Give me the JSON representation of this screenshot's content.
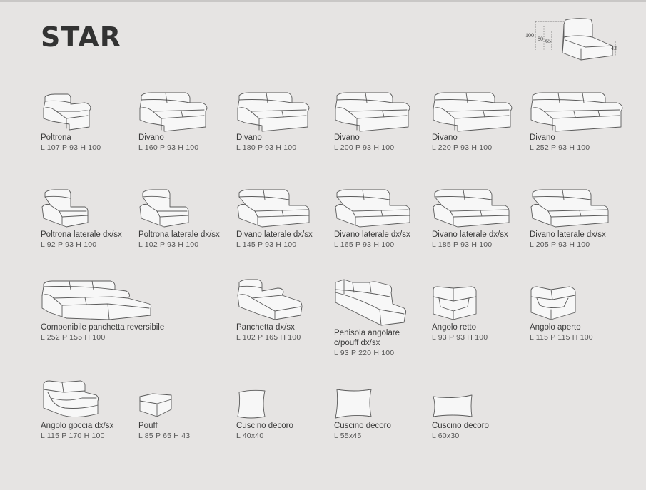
{
  "title": "STAR",
  "dimension_labels": {
    "h_total": "100",
    "h_back": "80",
    "h_arm": "65",
    "h_seat": "43"
  },
  "items": [
    {
      "name": "Poltrona",
      "size": "L 107  P 93  H 100",
      "icon": "armchair-icon"
    },
    {
      "name": "Divano",
      "size": "L 160  P 93  H 100",
      "icon": "sofa-2-seat-icon"
    },
    {
      "name": "Divano",
      "size": "L 180  P 93  H 100",
      "icon": "sofa-2-seat-large-icon"
    },
    {
      "name": "Divano",
      "size": "L 200  P 93  H 100",
      "icon": "sofa-2-seat-xl-icon"
    },
    {
      "name": "Divano",
      "size": "L 220  P 93  H 100",
      "icon": "sofa-2-seat-xxl-icon"
    },
    {
      "name": "Divano",
      "size": "L 252  P 93  H 100",
      "icon": "sofa-3-seat-icon"
    },
    {
      "name": "Poltrona laterale dx/sx",
      "size": "L 92  P 93  H 100",
      "icon": "side-armchair-icon"
    },
    {
      "name": "Poltrona laterale dx/sx",
      "size": "L 102  P 93  H 100",
      "icon": "side-armchair-large-icon"
    },
    {
      "name": "Divano laterale dx/sx",
      "size": "L 145  P 93  H 100",
      "icon": "side-sofa-icon"
    },
    {
      "name": "Divano laterale dx/sx",
      "size": "L 165  P 93  H 100",
      "icon": "side-sofa-large-icon"
    },
    {
      "name": "Divano laterale dx/sx",
      "size": "L 185  P 93  H 100",
      "icon": "side-sofa-xl-icon"
    },
    {
      "name": "Divano laterale dx/sx",
      "size": "L 205  P 93  H 100",
      "icon": "side-sofa-xxl-icon"
    },
    {
      "name": "Componibile panchetta reversibile",
      "size": "L 252  P 155  H 100",
      "icon": "chaise-sofa-icon"
    },
    {
      "name": "Panchetta dx/sx",
      "size": "L 102  P 165  H 100",
      "icon": "chaise-longue-icon"
    },
    {
      "name": "Penisola angolare\nc/pouff dx/sx",
      "size": "L 93  P 220  H 100",
      "icon": "peninsula-icon"
    },
    {
      "name": "Angolo retto",
      "size": "L 93  P 93  H 100",
      "icon": "right-corner-icon"
    },
    {
      "name": "Angolo aperto",
      "size": "L 115  P 115  H 100",
      "icon": "open-corner-icon"
    },
    {
      "name": "Angolo goccia dx/sx",
      "size": "L 115  P 170  H 100",
      "icon": "drop-corner-icon"
    },
    {
      "name": "Pouff",
      "size": "L 85  P 65  H 43",
      "icon": "pouf-icon"
    },
    {
      "name": "Cuscino decoro",
      "size": "L 40x40",
      "icon": "cushion-square-icon"
    },
    {
      "name": "Cuscino decoro",
      "size": "L 55x45",
      "icon": "cushion-medium-icon"
    },
    {
      "name": "Cuscino decoro",
      "size": "L 60x30",
      "icon": "cushion-rect-icon"
    }
  ]
}
